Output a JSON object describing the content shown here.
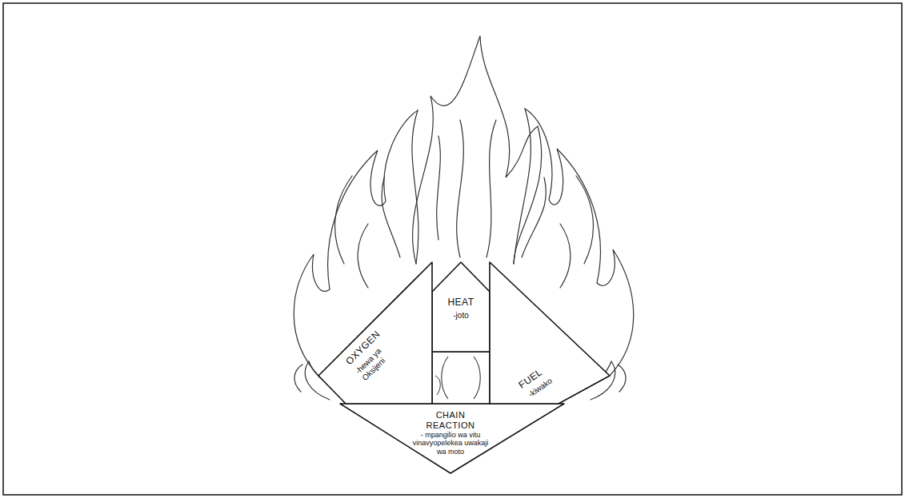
{
  "diagram": {
    "nodes": [
      {
        "text": [
          "OXYGEN",
          "-hewa ya Oksijeni"
        ]
      },
      {
        "text": [
          "HEAT",
          "-joto"
        ]
      },
      {
        "text": [
          "FUEL",
          "-kiwako"
        ]
      },
      {
        "text": [
          "CHAIN REACTION",
          "- mpangilio wa vitu vinavyopelekea uwakaji wa moto"
        ]
      }
    ]
  }
}
